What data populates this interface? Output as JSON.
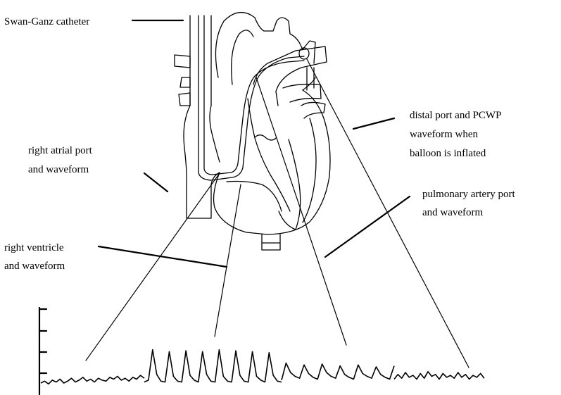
{
  "labels": {
    "swan_ganz": "Swan-Ganz catheter",
    "distal_line1": "distal port and PCWP",
    "distal_line2": "waveform when",
    "distal_line3": "balloon is inflated",
    "right_atrial_line1": "right atrial port",
    "right_atrial_line2": "and waveform",
    "pulmonary_line1": "pulmonary artery port",
    "pulmonary_line2": "and waveform",
    "right_ventricle_line1": "right ventricle",
    "right_ventricle_line2": "and waveform"
  },
  "waveform": {
    "right_atrial": [
      3,
      5,
      2,
      6,
      4,
      7,
      3,
      5,
      8,
      4,
      6,
      9,
      5,
      7,
      4,
      8,
      6,
      5,
      9,
      7,
      10,
      6,
      8,
      5,
      9,
      7,
      11,
      8
    ],
    "right_ventricle": [
      4,
      6,
      38,
      12,
      5,
      4,
      36,
      10,
      5,
      4,
      37,
      11,
      6,
      4,
      36,
      12,
      5,
      4,
      38,
      10,
      5,
      4,
      37,
      11,
      5,
      4,
      36,
      10,
      6,
      4,
      35,
      11,
      5,
      4
    ],
    "pulmonary_artery": [
      6,
      24,
      14,
      10,
      8,
      22,
      13,
      9,
      7,
      23,
      14,
      10,
      8,
      21,
      12,
      9,
      7,
      22,
      13,
      10,
      8,
      20,
      12,
      9,
      7,
      21
    ],
    "pcwp": [
      7,
      12,
      8,
      14,
      9,
      11,
      7,
      13,
      8,
      15,
      10,
      12,
      7,
      13,
      9,
      11,
      8,
      14,
      9,
      12,
      7,
      11,
      9,
      13,
      8
    ]
  }
}
